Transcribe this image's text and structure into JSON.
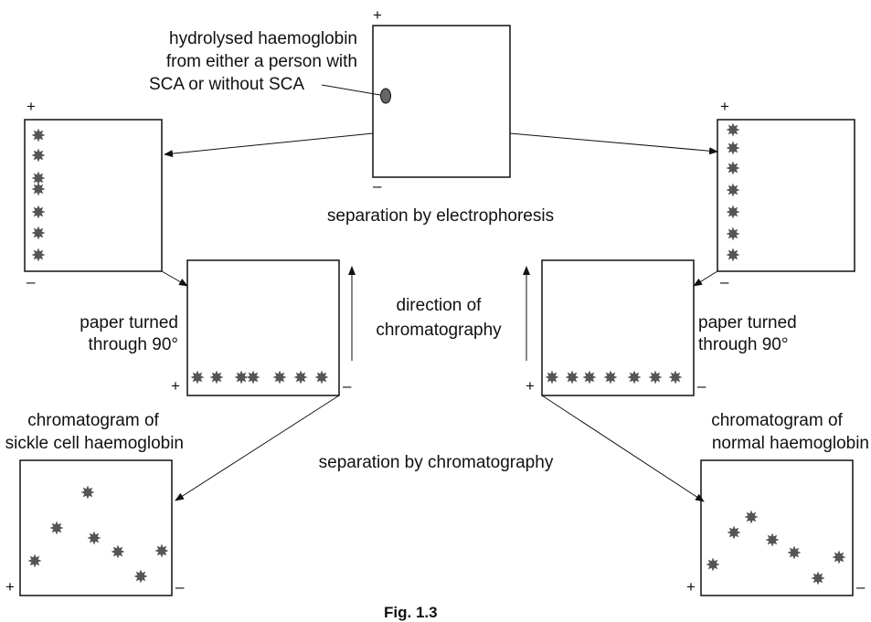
{
  "labels": {
    "sample_line1": "hydrolysed haemoglobin",
    "sample_line2": "from either a person with",
    "sample_line3": "SCA or without SCA",
    "electrophoresis": "separation by electrophoresis",
    "direction_line1": "direction of",
    "direction_line2": "chromatography",
    "paper_turned_line1": "paper turned",
    "paper_turned_line2": "through 90°",
    "chromatography": "separation by chromatography",
    "sickle_line1": "chromatogram of",
    "sickle_line2": "sickle cell haemoglobin",
    "normal_line1": "chromatogram of",
    "normal_line2": "normal haemoglobin"
  },
  "signs": {
    "plus": "+",
    "minus": "–"
  },
  "figure_caption": "Fig. 1.3",
  "colors": {
    "spot": "#555555",
    "ink": "#111111"
  }
}
